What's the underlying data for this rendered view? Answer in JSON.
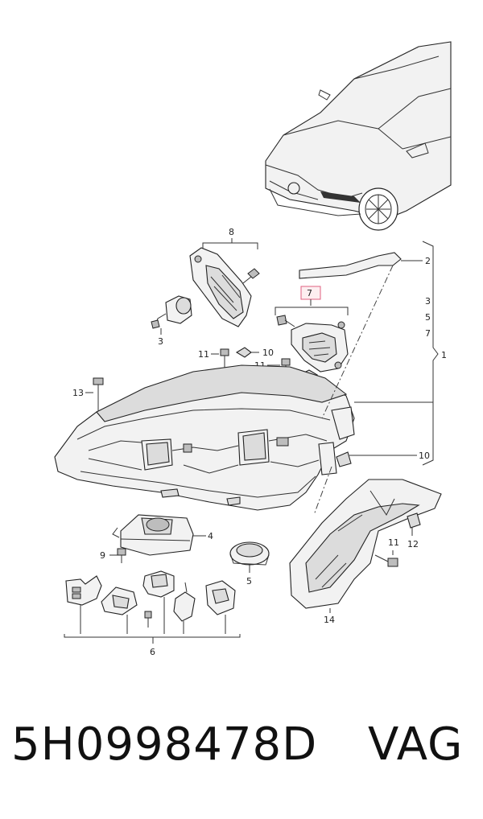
{
  "diagram": {
    "callouts": {
      "c1": "1",
      "c2": "2",
      "c3_top": "3",
      "c5_top": "5",
      "c7_top": "7",
      "c7_box": "7",
      "c8": "8",
      "c3_left": "3",
      "c11_a": "11",
      "c10_a": "10",
      "c11_b": "11",
      "c10_b": "10",
      "c13": "13",
      "c10_c": "10",
      "c4": "4",
      "c9": "9",
      "c5": "5",
      "c11_c": "11",
      "c12": "12",
      "c14": "14",
      "c6": "6"
    },
    "highlight_color": "#e06080"
  },
  "footer": {
    "part_number": "5H0998478D",
    "brand": "VAG"
  }
}
